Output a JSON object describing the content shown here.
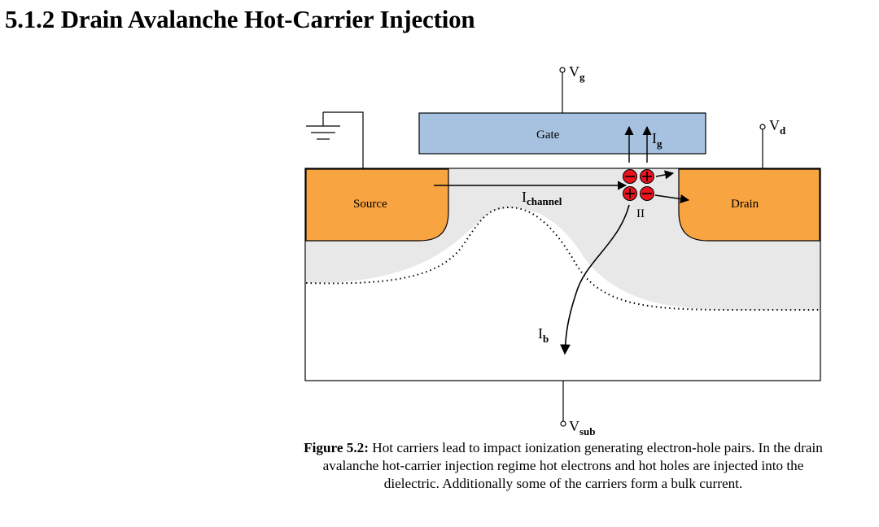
{
  "section": {
    "number": "5.1.2",
    "title": "Drain Avalanche Hot-Carrier Injection"
  },
  "figure": {
    "labels": {
      "gate": "Gate",
      "source": "Source",
      "drain": "Drain",
      "channel_current_main": "I",
      "channel_current_sub": "channel",
      "gate_current_main": "I",
      "gate_current_sub": "g",
      "bulk_current_main": "I",
      "bulk_current_sub": "b",
      "impact_ionization": "II",
      "vg_main": "V",
      "vg_sub": "g",
      "vd_main": "V",
      "vd_sub": "d",
      "vsub_main": "V",
      "vsub_sub": "sub"
    },
    "colors": {
      "gate_fill": "#a7c2e0",
      "contact_fill": "#f8a441",
      "depletion_fill": "#e8e8e8",
      "carrier_fill": "#e8141e"
    },
    "caption": {
      "label": "Figure 5.2:",
      "text": "Hot carriers lead to impact ionization generating electron-hole pairs. In the drain avalanche hot-carrier injection regime hot electrons and hot holes are injected into the dielectric. Additionally some of the carriers form a bulk current."
    }
  }
}
